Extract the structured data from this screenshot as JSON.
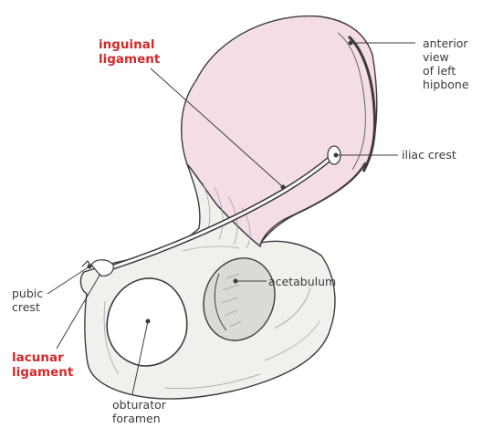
{
  "labels": {
    "anterior_view": "anterior\nview\nof left\nhipbone",
    "iliac_crest": "iliac crest",
    "acetabulum": "acetabulum",
    "pubic_crest": "pubic\ncrest",
    "obturator_foramen": "obturator\nforamen",
    "inguinal_ligament": "inguinal\nligament",
    "lacunar_ligament": "lacunar\nligament"
  },
  "colors": {
    "ilium_fill": "#f5dde5",
    "bone_fill": "#f2f0ec",
    "outline": "#3c3c3c",
    "ligament_text": "#d12a2a"
  }
}
